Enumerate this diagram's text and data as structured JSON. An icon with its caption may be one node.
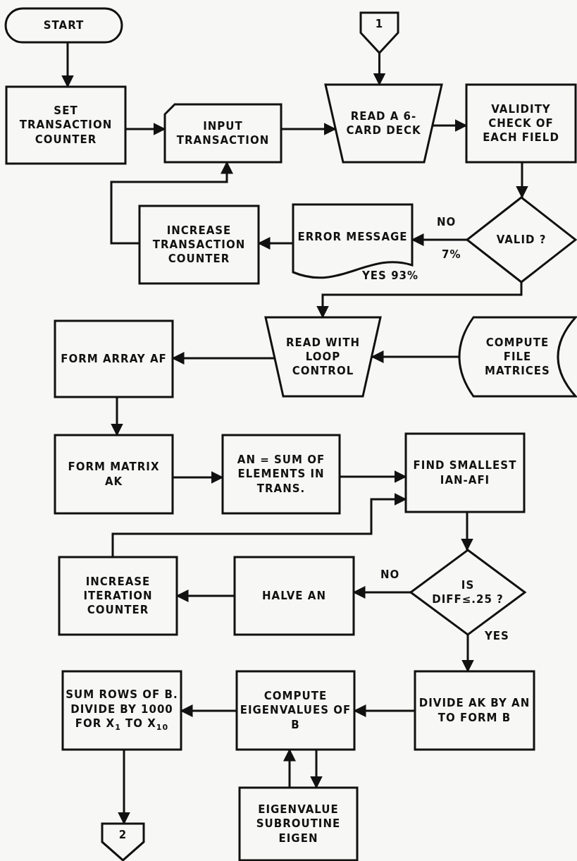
{
  "diagram": {
    "nodes": [
      {
        "text": [
          "START"
        ]
      },
      {
        "text": [
          "1"
        ]
      },
      {
        "text": [
          "SET TRANSACTION COUNTER"
        ]
      },
      {
        "text": [
          "INPUT TRANSACTION"
        ]
      },
      {
        "text": [
          "READ A 6-CARD DECK"
        ]
      },
      {
        "text": [
          "VALIDITY CHECK OF EACH FIELD"
        ]
      },
      {
        "text": [
          "VALID ?"
        ]
      },
      {
        "text": [
          "ERROR MESSAGE"
        ]
      },
      {
        "text": [
          "INCREASE TRANSACTION COUNTER"
        ]
      },
      {
        "text": [
          "FORM ARRAY AF"
        ]
      },
      {
        "text": [
          "READ WITH LOOP CONTROL"
        ]
      },
      {
        "text": [
          "COMPUTE FILE MATRICES"
        ]
      },
      {
        "text": [
          "FORM MATRIX AK"
        ]
      },
      {
        "text": [
          "AN = SUM OF ELEMENTS IN TRANS."
        ]
      },
      {
        "text": [
          "FIND SMALLEST IAN-AFI"
        ]
      },
      {
        "text": [
          "INCREASE ITERATION COUNTER"
        ]
      },
      {
        "text": [
          "HALVE AN"
        ]
      },
      {
        "text": [
          "IS DIFF≤.25 ?"
        ]
      },
      {
        "text": [
          "SUM ROWS OF B. DIVIDE BY 1000 FOR X$_{1}$ TO X$_{10}$"
        ]
      },
      {
        "text": [
          "COMPUTE EIGENVALUES OF B"
        ]
      },
      {
        "text": [
          "DIVIDE AK BY AN TO FORM B"
        ]
      },
      {
        "text": [
          "EIGENVALUE SUBROUTINE EIGEN"
        ]
      },
      {
        "text": [
          "2"
        ]
      }
    ],
    "edges": [
      {
        "from": 0,
        "to": 2,
        "arrow": "to"
      },
      {
        "from": 1,
        "to": 4,
        "arrow": "to"
      },
      {
        "from": 2,
        "to": 3,
        "arrow": "to"
      },
      {
        "from": 3,
        "to": 4,
        "arrow": "to"
      },
      {
        "from": 4,
        "to": 5,
        "arrow": "to"
      },
      {
        "from": 5,
        "to": 6,
        "arrow": "to"
      },
      {
        "from": 6,
        "to": 7,
        "arrow": "to",
        "label": "NO"
      },
      {
        "from": 7,
        "to": 8,
        "arrow": "to"
      },
      {
        "from": 8,
        "to": 3,
        "arrow": "to"
      },
      {
        "from": 6,
        "to": 10,
        "arrow": "to",
        "label": "YES 93%"
      },
      {
        "from": 11,
        "to": 10,
        "arrow": "to"
      },
      {
        "from": 10,
        "to": 9,
        "arrow": "to"
      },
      {
        "from": 9,
        "to": 12,
        "arrow": "to"
      },
      {
        "from": 12,
        "to": 13,
        "arrow": "to"
      },
      {
        "from": 13,
        "to": 14,
        "arrow": "to"
      },
      {
        "from": 15,
        "to": 14,
        "arrow": "to"
      },
      {
        "from": 14,
        "to": 17,
        "arrow": "to"
      },
      {
        "from": 17,
        "to": 16,
        "arrow": "to",
        "label": "NO"
      },
      {
        "from": 16,
        "to": 15,
        "arrow": "to"
      },
      {
        "from": 17,
        "to": 20,
        "arrow": "to",
        "label": "YES"
      },
      {
        "from": 20,
        "to": 19,
        "arrow": "to"
      },
      {
        "from": 19,
        "to": 18,
        "arrow": "to"
      },
      {
        "from": 19,
        "to": 21,
        "arrow": "to"
      },
      {
        "from": 21,
        "to": 19,
        "arrow": "to"
      },
      {
        "from": 18,
        "to": 22,
        "arrow": "to"
      }
    ],
    "labels": [
      "7%"
    ]
  }
}
